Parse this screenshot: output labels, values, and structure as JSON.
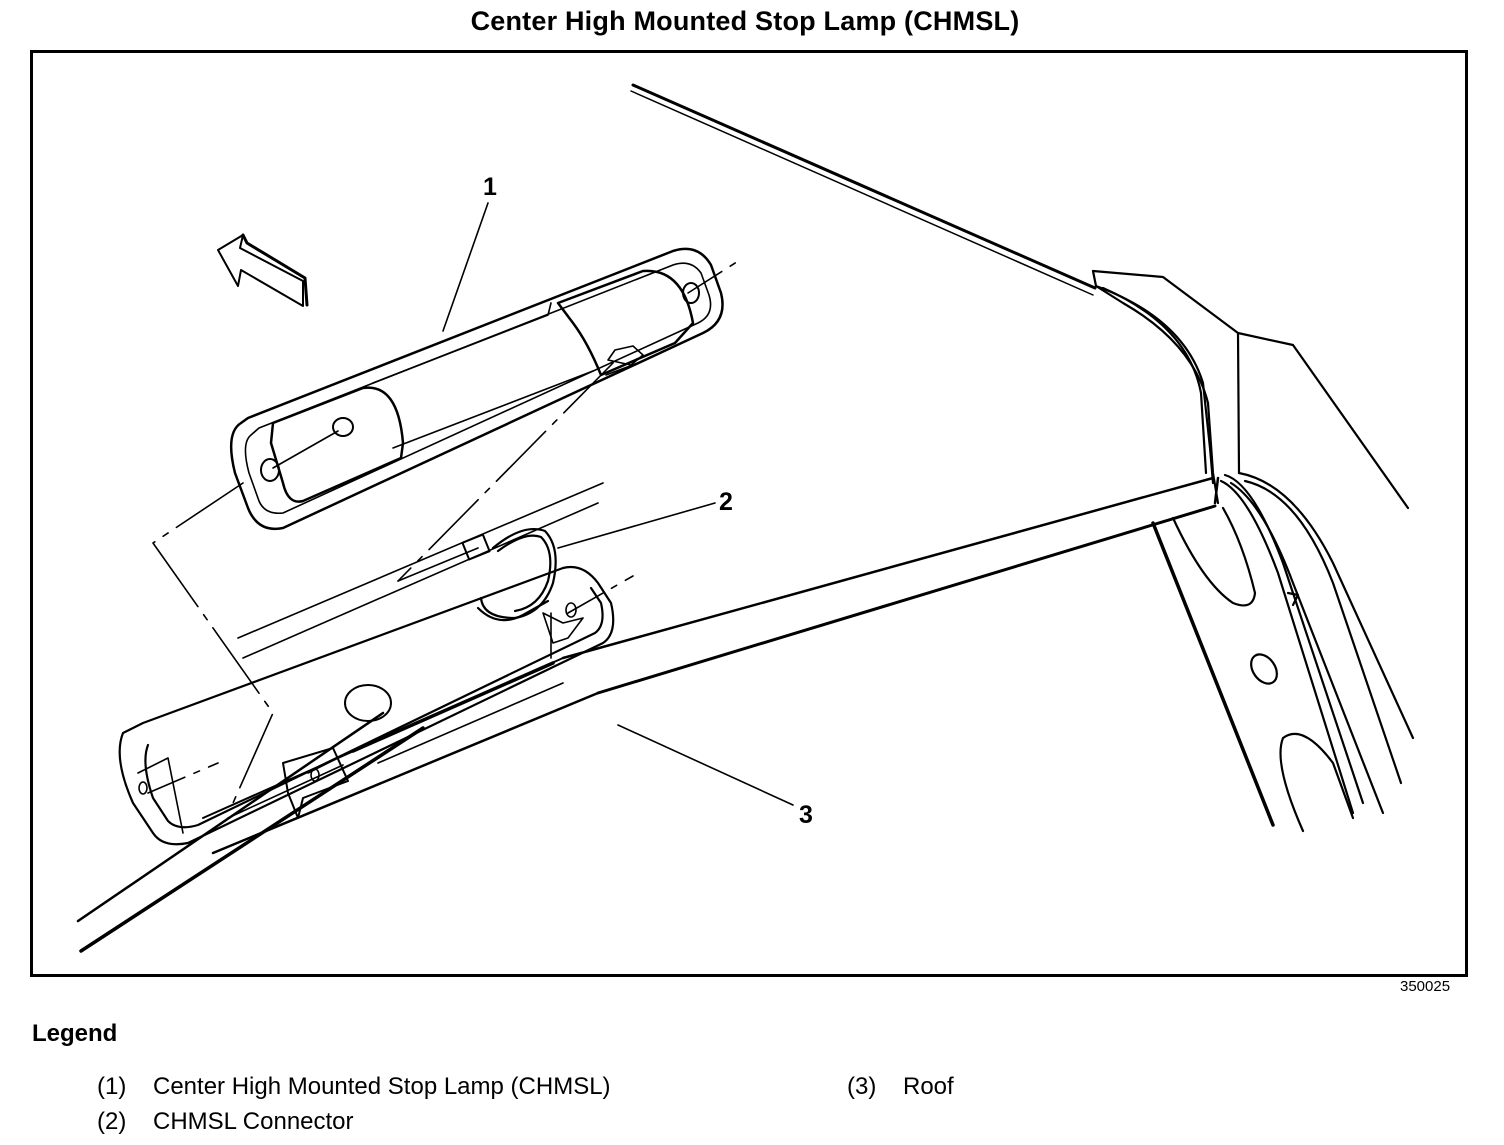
{
  "title": "Center High Mounted Stop Lamp (CHMSL)",
  "figure": {
    "figure_number": "350025",
    "callouts": [
      {
        "number": "1"
      },
      {
        "number": "2"
      },
      {
        "number": "3"
      }
    ],
    "line_color": "#000000",
    "background_color": "#ffffff"
  },
  "legend": {
    "title": "Legend",
    "items": [
      {
        "number": "(1)",
        "label": "Center High Mounted Stop Lamp (CHMSL)"
      },
      {
        "number": "(2)",
        "label": "CHMSL Connector"
      },
      {
        "number": "(3)",
        "label": "Roof"
      }
    ]
  }
}
